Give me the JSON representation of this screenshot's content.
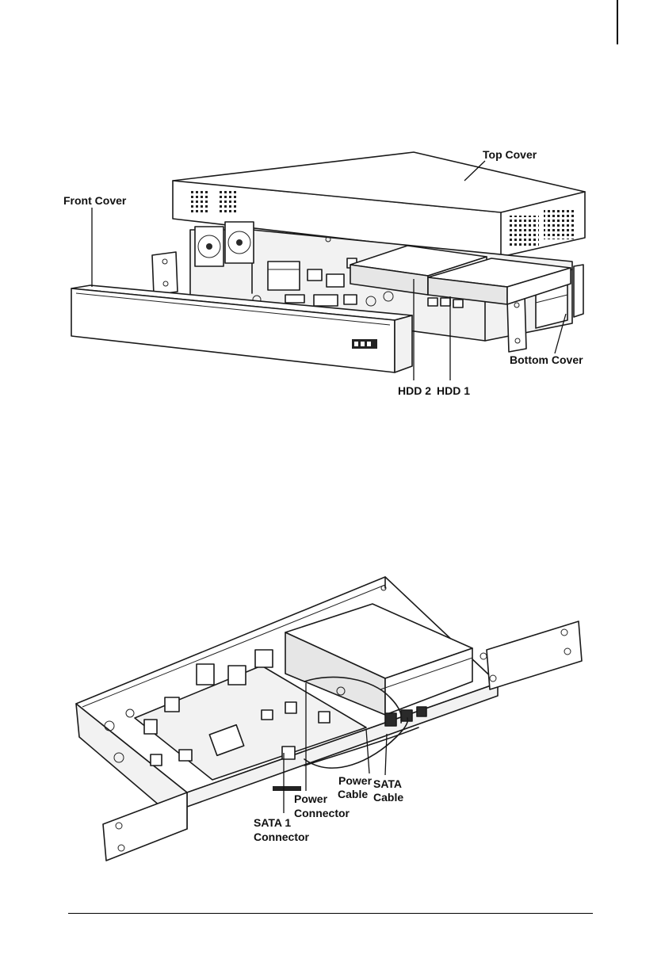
{
  "figure1": {
    "labels": {
      "top_cover": "Top Cover",
      "front_cover": "Front Cover",
      "bottom_cover": "Bottom Cover",
      "hdd2": "HDD 2",
      "hdd1": "HDD 1"
    }
  },
  "figure2": {
    "labels": {
      "power_cable_1": "Power",
      "power_cable_2": "Cable",
      "sata_cable_1": "SATA",
      "sata_cable_2": "Cable",
      "power_connector_1": "Power",
      "power_connector_2": "Connector",
      "sata1_connector_1": "SATA 1",
      "sata1_connector_2": "Connector"
    }
  }
}
